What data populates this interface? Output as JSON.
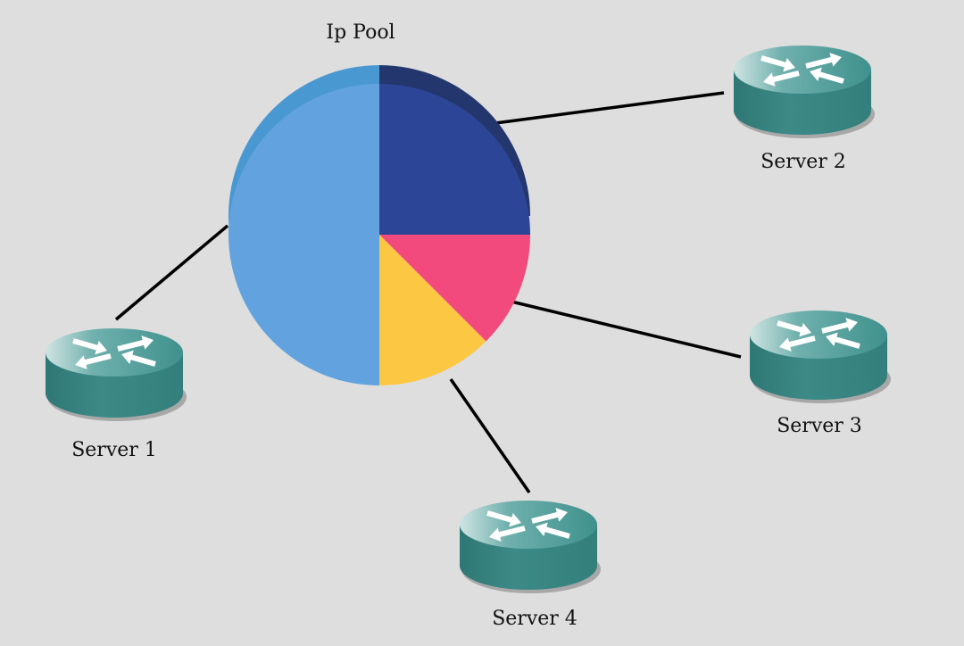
{
  "title": "Ip Pool",
  "colors": {
    "background": "#dedede",
    "link": "#000000",
    "router_body": "#3c8a87",
    "router_top": "#4a9b97",
    "router_shadow": "#9a9a9a",
    "arrow": "#ffffff"
  },
  "pool": {
    "slices": [
      {
        "fraction": 0.5,
        "color": "#62a3df",
        "rim_color": "#4a98d2"
      },
      {
        "fraction": 0.25,
        "color": "#2d4596",
        "rim_color": "#24366e"
      },
      {
        "fraction": 0.125,
        "color": "#f24a7c",
        "rim_color": "#f24a7c"
      },
      {
        "fraction": 0.125,
        "color": "#fcc843",
        "rim_color": "#fcc843"
      }
    ]
  },
  "servers": [
    {
      "label": "Server 1",
      "icon": "router-icon"
    },
    {
      "label": "Server 2",
      "icon": "router-icon"
    },
    {
      "label": "Server 3",
      "icon": "router-icon"
    },
    {
      "label": "Server 4",
      "icon": "router-icon"
    }
  ]
}
